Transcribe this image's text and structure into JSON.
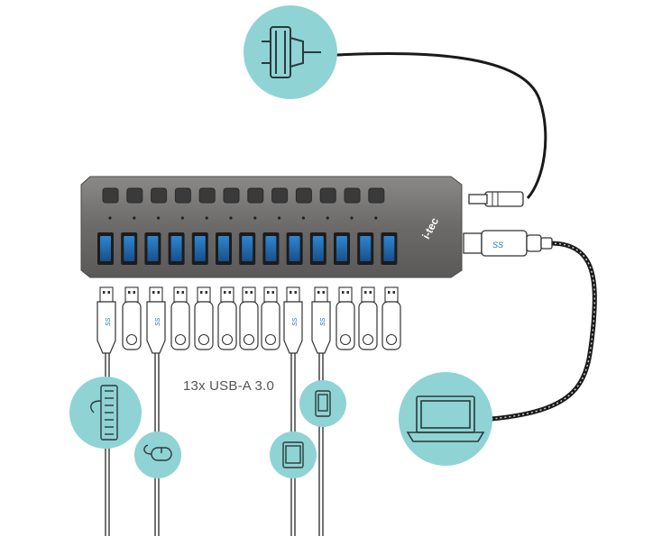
{
  "brand": {
    "logo_text": "i-tec"
  },
  "caption": {
    "ports_label": "13x USB-A 3.0"
  },
  "hub": {
    "port_count": 13,
    "switch_count": 12,
    "ss_mark": "SS"
  },
  "icons": {
    "power": "power-plug-icon",
    "keyboard": "keyboard-icon",
    "mouse": "mouse-icon",
    "tablet": "tablet-icon",
    "phone": "smartphone-icon",
    "laptop": "laptop-icon"
  },
  "colors": {
    "accent": "#8fd3d5",
    "hub_body": "#6b6a69",
    "port_blue": "#1e6fb8",
    "cable_black": "#1a1a1a"
  }
}
